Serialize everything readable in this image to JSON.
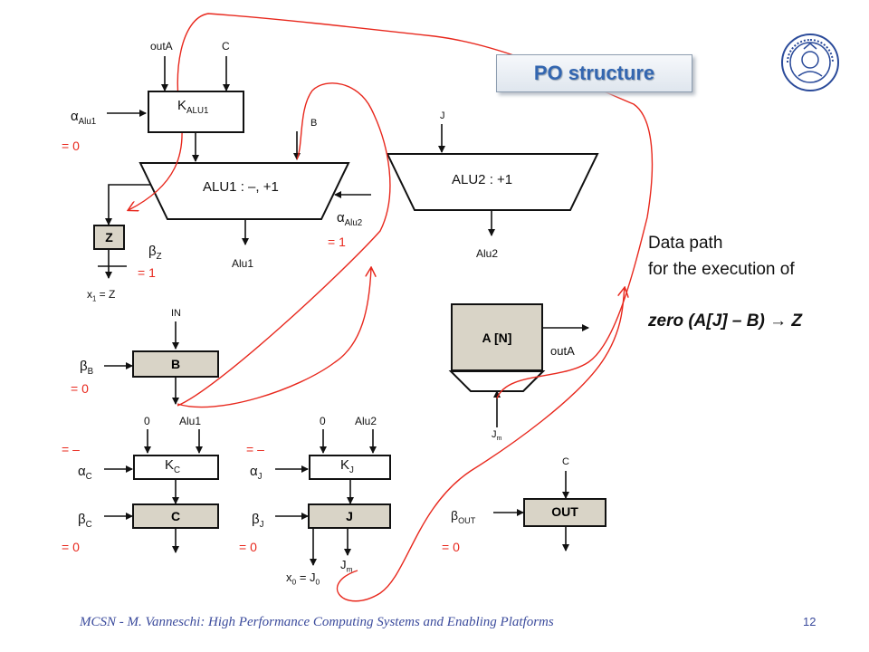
{
  "title": "PO  structure",
  "description": {
    "line1": "Data path",
    "line2": "for the execution of",
    "line3": "zero (A[J] – B)  → Z"
  },
  "footer": "MCSN  -     M. Vanneschi: High Performance Computing Systems and Enabling Platforms",
  "page_number": "12",
  "alu1": {
    "k_label": "K",
    "k_sub": "ALU1",
    "in_left": "outA",
    "in_right": "C",
    "body": "ALU1 : –, +1",
    "input_b": "B",
    "output": "Alu1",
    "alpha": "α",
    "alpha_sub": "Alu1",
    "alpha_value": "= 0"
  },
  "alu2": {
    "input": "J",
    "body": "ALU2 : +1",
    "output": "Alu2",
    "alpha": "α",
    "alpha_sub": "Alu2",
    "alpha_value": "= 1"
  },
  "reg_z": {
    "name": "Z",
    "beta": "β",
    "beta_sub": "Z",
    "beta_value": "= 1",
    "output": "x",
    "output_sub": "1",
    "output_rest": " = Z"
  },
  "reg_b": {
    "input": "IN",
    "name": "B",
    "beta": "β",
    "beta_sub": "B",
    "beta_value": "= 0"
  },
  "mux_c": {
    "in0": "0",
    "in1": "Alu1",
    "k": "K",
    "k_sub": "C",
    "alpha": "α",
    "alpha_sub": "C",
    "alpha_value": "= –"
  },
  "reg_c": {
    "name": "C",
    "beta": "β",
    "beta_sub": "C",
    "beta_value": "= 0"
  },
  "mux_j": {
    "in0": "0",
    "in1": "Alu2",
    "k": "K",
    "k_sub": "J",
    "alpha": "α",
    "alpha_sub": "J",
    "alpha_value": "= –"
  },
  "reg_j": {
    "name": "J",
    "beta": "β",
    "beta_sub": "J",
    "beta_value": "= 0",
    "out_x": "x",
    "out_x_sub": "0",
    "out_x_rest": " = J",
    "out_x_rest_sub": "0",
    "out_jm": "J",
    "out_jm_sub": "m"
  },
  "mem_a": {
    "name": "A [N]",
    "output": "outA",
    "input": "J",
    "input_sub": "m"
  },
  "reg_out": {
    "input": "C",
    "name": "OUT",
    "beta": "β",
    "beta_sub": "OUT",
    "beta_value": "= 0"
  },
  "colors": {
    "path": "#e8281d",
    "register_fill": "#d9d4c7",
    "title_text": "#3366b0",
    "footer_text": "#3a4a9c"
  }
}
